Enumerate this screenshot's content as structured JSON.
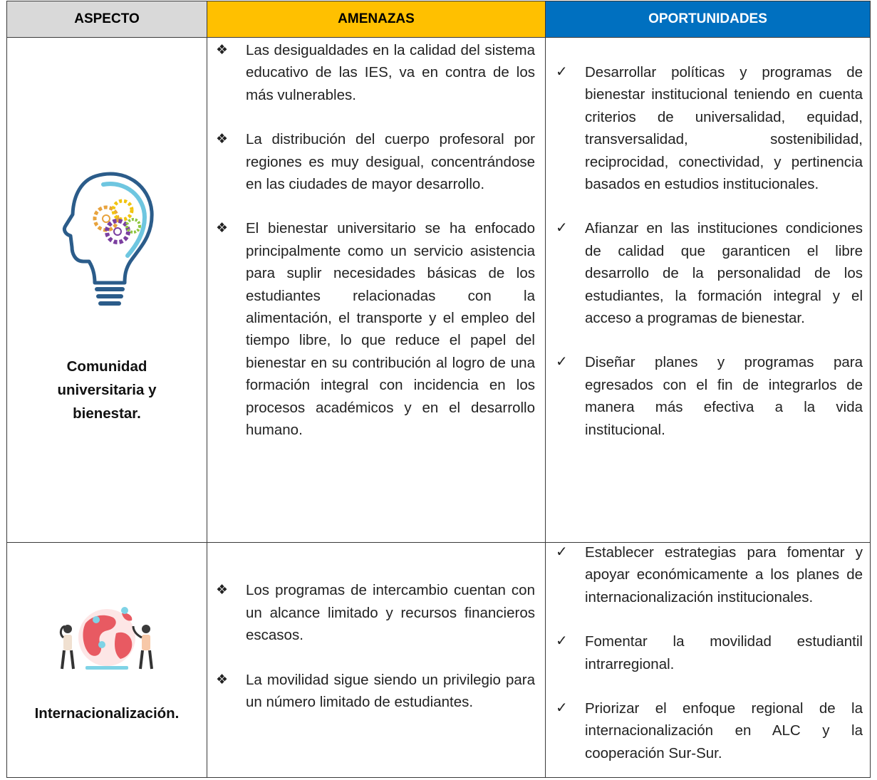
{
  "headers": {
    "aspecto": "ASPECTO",
    "amenazas": "AMENAZAS",
    "oportunidades": "OPORTUNIDADES"
  },
  "rows": [
    {
      "aspect": "Comunidad universitaria y bienestar.",
      "icon": "lightbulb-head-gears-icon",
      "amenazas": [
        "Las desigualdades en la calidad del sistema educativo de las IES, va en contra de los más vulnerables.",
        "La distribución del cuerpo profesoral por regiones es muy desigual, concentrándose en las ciudades de mayor desarrollo.",
        "El bienestar universitario se ha enfocado principalmente como un servicio asistencia para suplir necesidades básicas de los estudiantes relacionadas con la alimentación, el transporte y el empleo del tiempo libre, lo que reduce el papel del bienestar en su contribución al logro de una formación integral con incidencia en los procesos académicos y en el desarrollo humano."
      ],
      "oportunidades": [
        "Desarrollar políticas y programas de bienestar institucional teniendo en cuenta criterios de universalidad, equidad, transversalidad, sostenibilidad, reciprocidad, conectividad, y pertinencia basados en estudios institucionales.",
        "Afianzar en las instituciones condiciones de calidad que garanticen el libre desarrollo de la personalidad de los estudiantes, la formación integral y el acceso a programas de bienestar.",
        "Diseñar planes y programas para egresados con el fin de integrarlos de manera más efectiva a la vida institucional."
      ]
    },
    {
      "aspect": "Internacionalización.",
      "icon": "globe-people-icon",
      "amenazas": [
        "Los programas de intercambio cuentan con un alcance limitado y recursos financieros escasos.",
        "La movilidad sigue siendo un privilegio para un número limitado de estudiantes."
      ],
      "oportunidades": [
        "Establecer estrategias para fomentar y apoyar económicamente a los planes de internacionalización institucionales.",
        "Fomentar la movilidad estudiantil intrarregional.",
        "Priorizar el enfoque regional de la internacionalización en ALC y la cooperación Sur-Sur."
      ]
    }
  ],
  "markers": {
    "amenaza": "❖",
    "oportunidad": "✓"
  },
  "colors": {
    "aspecto_header": "#d9d9d9",
    "amenazas_header": "#ffc000",
    "oportunidades_header": "#0070c0"
  }
}
